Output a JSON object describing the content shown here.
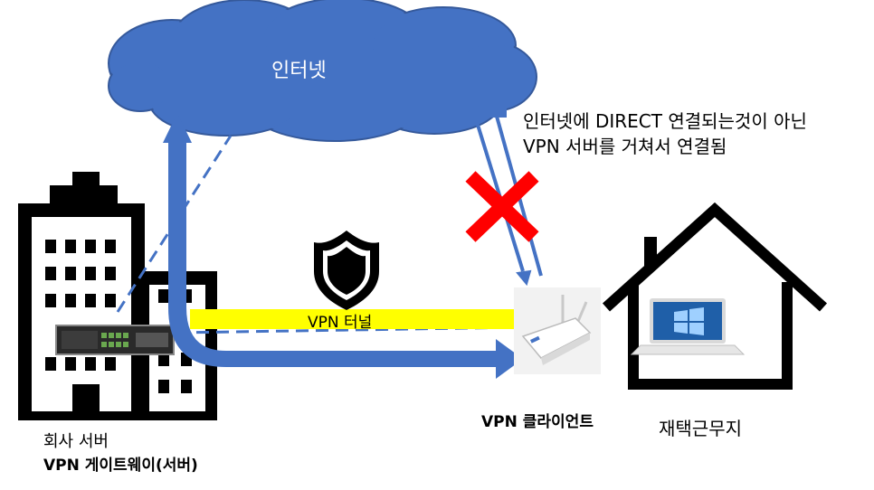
{
  "cloud": {
    "label": "인터넷"
  },
  "note": {
    "line1": "인터넷에 DIRECT 연결되는것이 아닌",
    "line2": "VPN 서버를 거쳐서 연결됨"
  },
  "tunnel": {
    "label": "VPN 터널"
  },
  "client": {
    "label": "VPN 클라이언트"
  },
  "home": {
    "label": "재택근무지"
  },
  "server": {
    "label": "회사 서버",
    "gateway_label": "VPN 게이트웨이(서버)"
  },
  "colors": {
    "cloud": "#4472c4",
    "arrow": "#4472c4",
    "tunnel": "#ffff00",
    "cross": "#ff0000"
  }
}
